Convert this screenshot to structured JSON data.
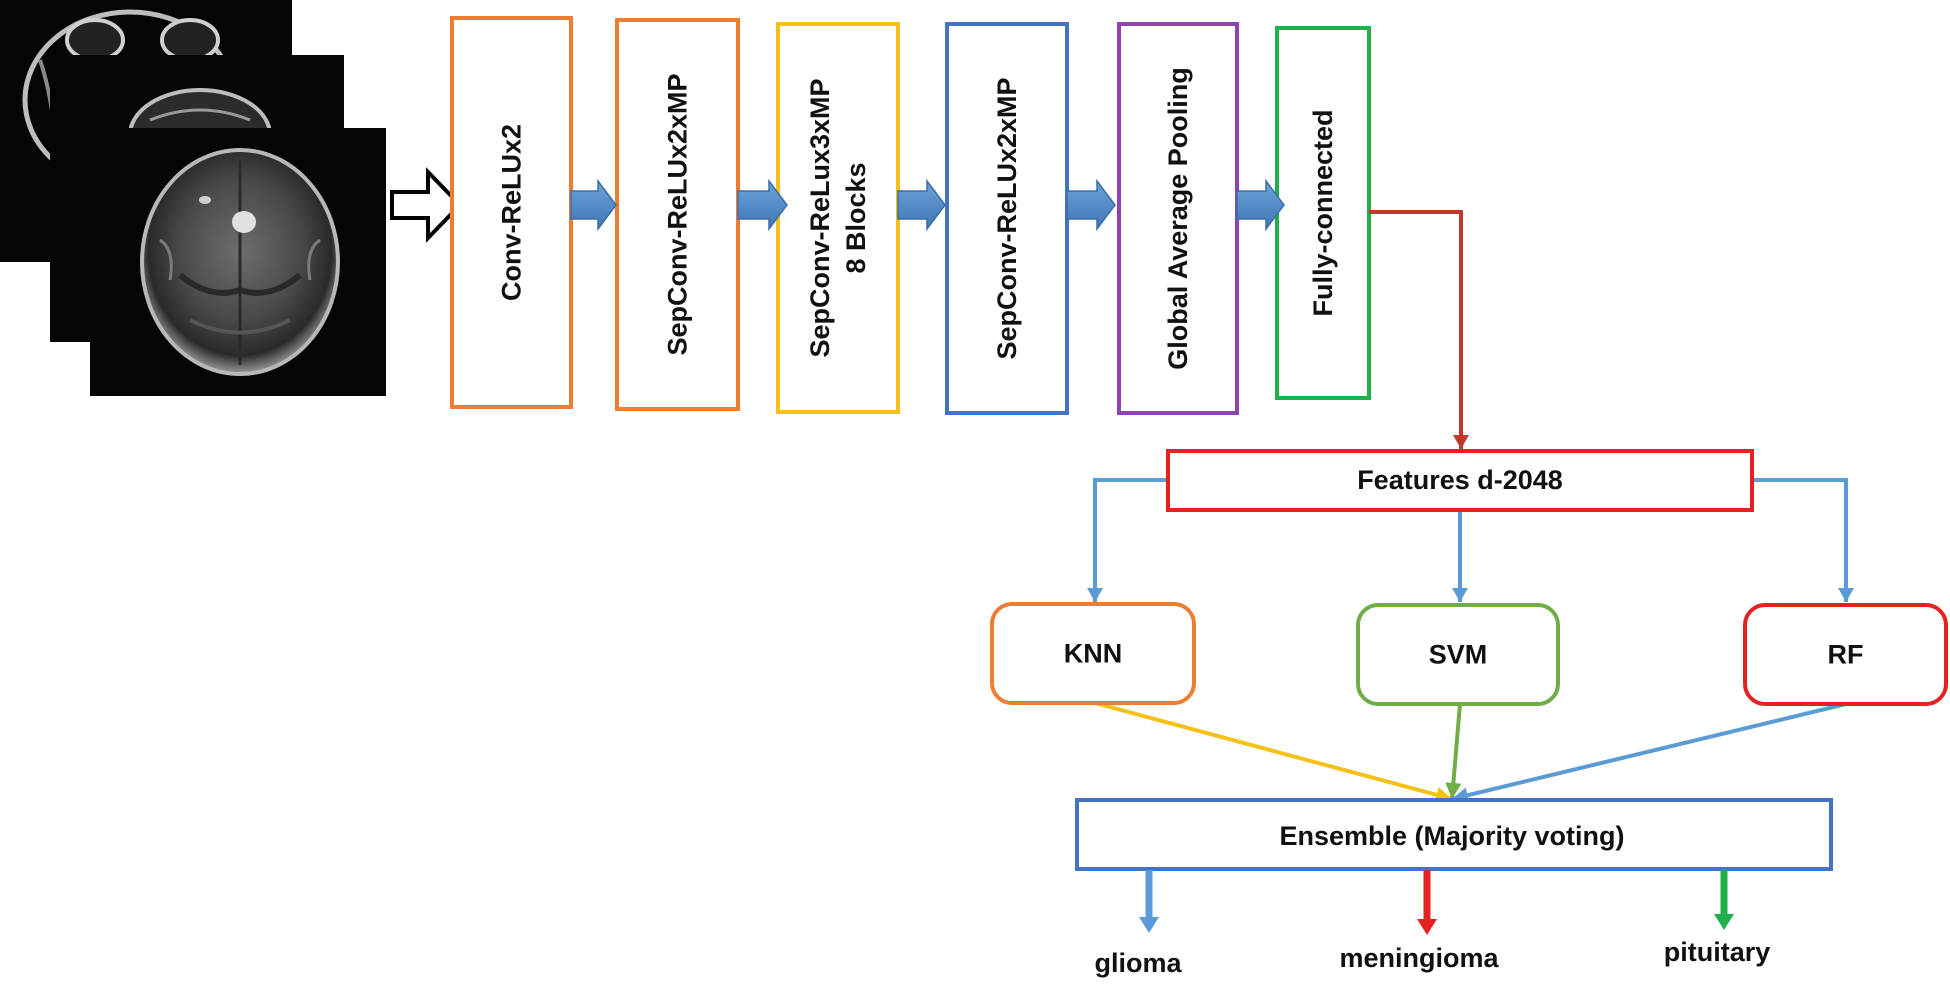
{
  "colors": {
    "orange": "#ED7D31",
    "yellow": "#F5C117",
    "blue": "#4472C4",
    "purple": "#8E44AD",
    "green": "#1FAF4B",
    "red": "#E52222",
    "darkred": "#C0392B",
    "lightblue": "#5B9BD5",
    "svmgreen": "#70AD47",
    "arrowblue": "#4A86C5"
  },
  "input": {
    "slices": [
      "mri-slice-back",
      "mri-slice-middle",
      "mri-slice-front"
    ]
  },
  "pipeline": [
    {
      "id": "conv-relu",
      "lines": [
        "Conv-ReLUx2"
      ],
      "color": "orange"
    },
    {
      "id": "sepconv-1",
      "lines": [
        "SepConv-ReLUx2xMP"
      ],
      "color": "orange"
    },
    {
      "id": "sepconv-blocks",
      "lines": [
        "SepConv-ReLux3xMP",
        "8 Blocks"
      ],
      "color": "yellow"
    },
    {
      "id": "sepconv-2",
      "lines": [
        "SepConv-ReLUx2xMP"
      ],
      "color": "blue"
    },
    {
      "id": "gap",
      "lines": [
        "Global Average Pooling"
      ],
      "color": "purple"
    },
    {
      "id": "fc",
      "lines": [
        "Fully-connected"
      ],
      "color": "green"
    }
  ],
  "features": {
    "label": "Features d-2048",
    "color": "red"
  },
  "classifiers": [
    {
      "id": "knn",
      "label": "KNN",
      "color": "orange"
    },
    {
      "id": "svm",
      "label": "SVM",
      "color": "svmgreen"
    },
    {
      "id": "rf",
      "label": "RF",
      "color": "red"
    }
  ],
  "ensemble": {
    "label": "Ensemble (Majority voting)",
    "color": "blue"
  },
  "outputs": [
    {
      "id": "glioma",
      "label": "glioma",
      "color": "lightblue"
    },
    {
      "id": "meningioma",
      "label": "meningioma",
      "color": "red"
    },
    {
      "id": "pituitary",
      "label": "pituitary",
      "color": "green"
    }
  ]
}
